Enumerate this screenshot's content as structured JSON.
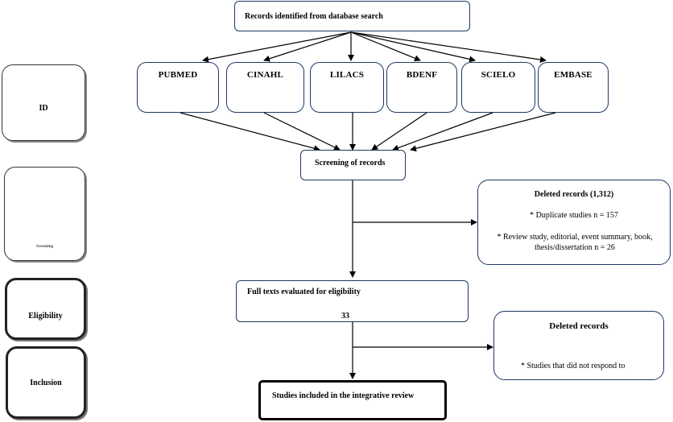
{
  "top": {
    "label": "Records identified from database search"
  },
  "sources": [
    "PUBMED",
    "CINAHL",
    "LILACS",
    "BDENF",
    "SCIELO",
    "EMBASE"
  ],
  "screening": {
    "label": "Screening of records"
  },
  "deleted1": {
    "title": "Deleted records (1,312)",
    "line1": "* Duplicate studies n = 157",
    "line2": "* Review study, editorial, event summary, book, thesis/dissertation n = 26"
  },
  "fulltext": {
    "label": "Full texts evaluated for eligibility",
    "value": "33"
  },
  "deleted2": {
    "title": "Deleted records",
    "line1": "* Studies that did not respond to"
  },
  "included": {
    "label": "Studies included in the integrative review"
  },
  "stages": {
    "id": "ID",
    "screening": "Screening",
    "eligibility": "Eligibility",
    "inclusion": "Inclusion"
  }
}
